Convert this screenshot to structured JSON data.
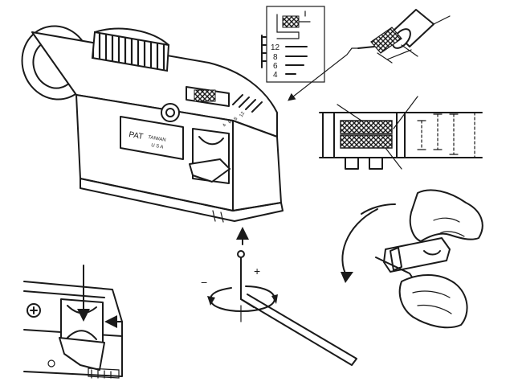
{
  "tool_label": {
    "brand": "PAT",
    "origin": "TAIWAN",
    "country": "U S A"
  },
  "blade_marks": [
    "4",
    "6",
    "8",
    "12"
  ],
  "depth_settings": [
    "12",
    "8",
    "6",
    "4"
  ],
  "hex_key": {
    "minus": "−",
    "plus": "+"
  },
  "colors": {
    "ink": "#1a1a1a",
    "paper": "#ffffff"
  }
}
